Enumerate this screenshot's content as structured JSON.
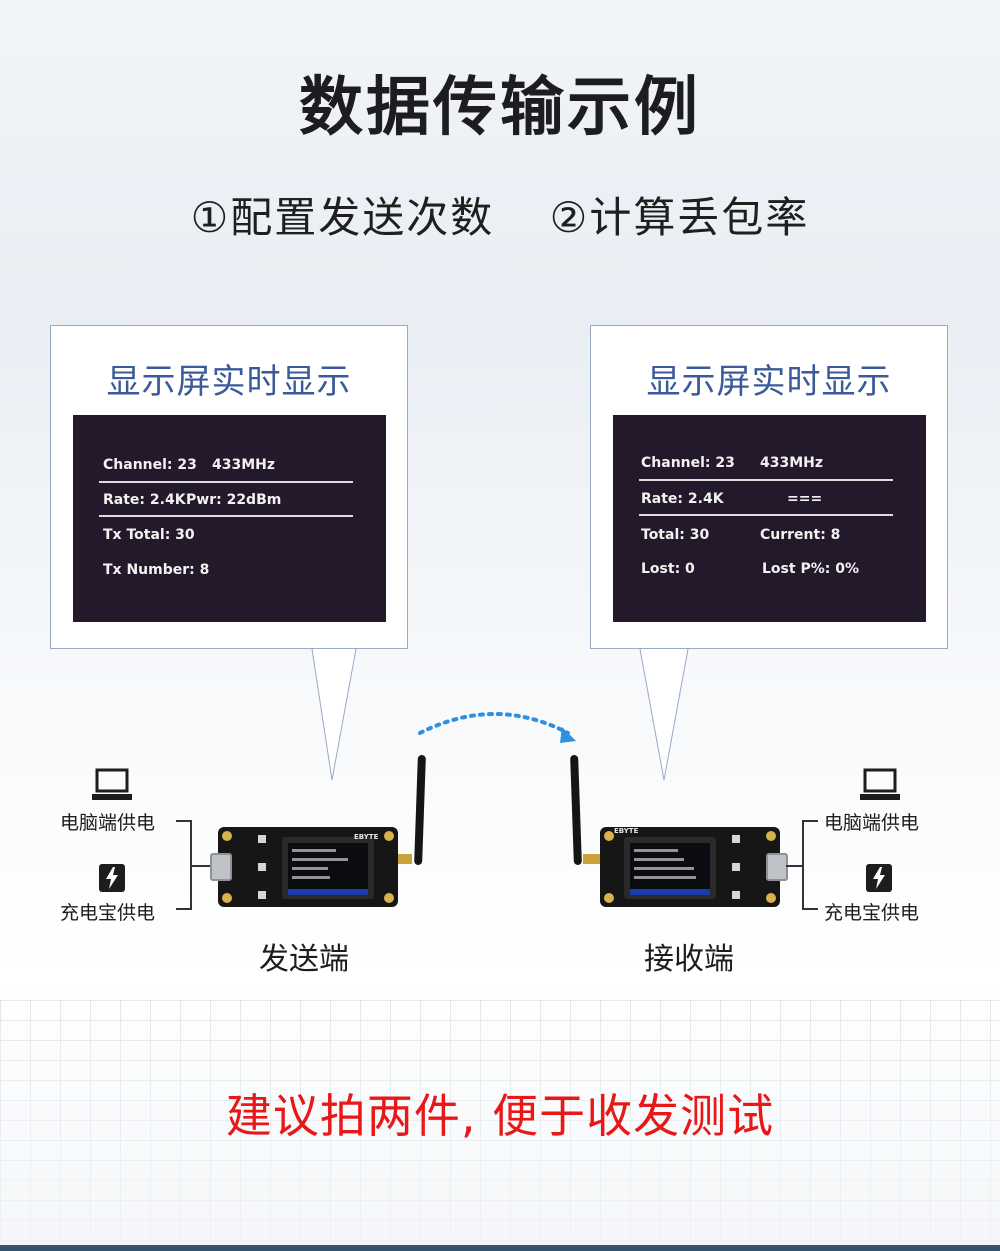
{
  "title": "数据传输示例",
  "subtitle": {
    "item1": "①配置发送次数",
    "item2": "②计算丢包率"
  },
  "sender_panel": {
    "heading": "显示屏实时显示",
    "channel": "Channel: 23",
    "freq": "433MHz",
    "rate": "Rate: 2.4K",
    "pwr": "Pwr: 22dBm",
    "tx_total": "Tx Total: 30",
    "tx_number": "Tx Number: 8"
  },
  "receiver_panel": {
    "heading": "显示屏实时显示",
    "channel": "Channel: 23",
    "freq": "433MHz",
    "rate": "Rate: 2.4K",
    "indicator": "===",
    "total": "Total: 30",
    "current": "Current: 8",
    "lost": "Lost: 0",
    "lost_pct": "Lost P%: 0%"
  },
  "sender": {
    "label": "发送端",
    "power_pc": "电脑端供电",
    "power_bank": "充电宝供电",
    "brand": "EBYTE"
  },
  "receiver": {
    "label": "接收端",
    "power_pc": "电脑端供电",
    "power_bank": "充电宝供电",
    "brand": "EBYTE"
  },
  "icons": {
    "laptop": "laptop-icon",
    "battery": "power-bank-icon",
    "signal": "signal-arc-icon"
  },
  "colors": {
    "heading_blue": "#3a5a9a",
    "screen_bg": "#24192b",
    "signal_blue": "#2f8fe0",
    "notice_red": "#e81818"
  },
  "notice": "建议拍两件, 便于收发测试"
}
